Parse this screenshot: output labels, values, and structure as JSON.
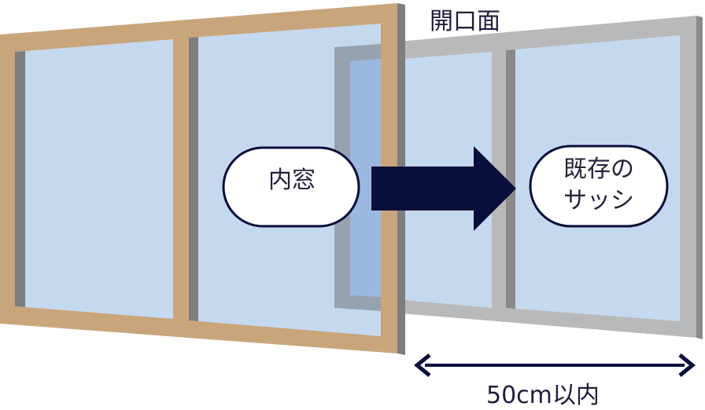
{
  "labels": {
    "opening": "開口面",
    "inner_window": "内窓",
    "existing_sash_line1": "既存の",
    "existing_sash_line2": "サッシ",
    "width_limit": "50cm以内"
  },
  "colors": {
    "inner_frame": "#c9a57c",
    "existing_frame": "#b9b9b9",
    "glass": "#c5d9ee",
    "arrow": "#0a0e3a"
  }
}
